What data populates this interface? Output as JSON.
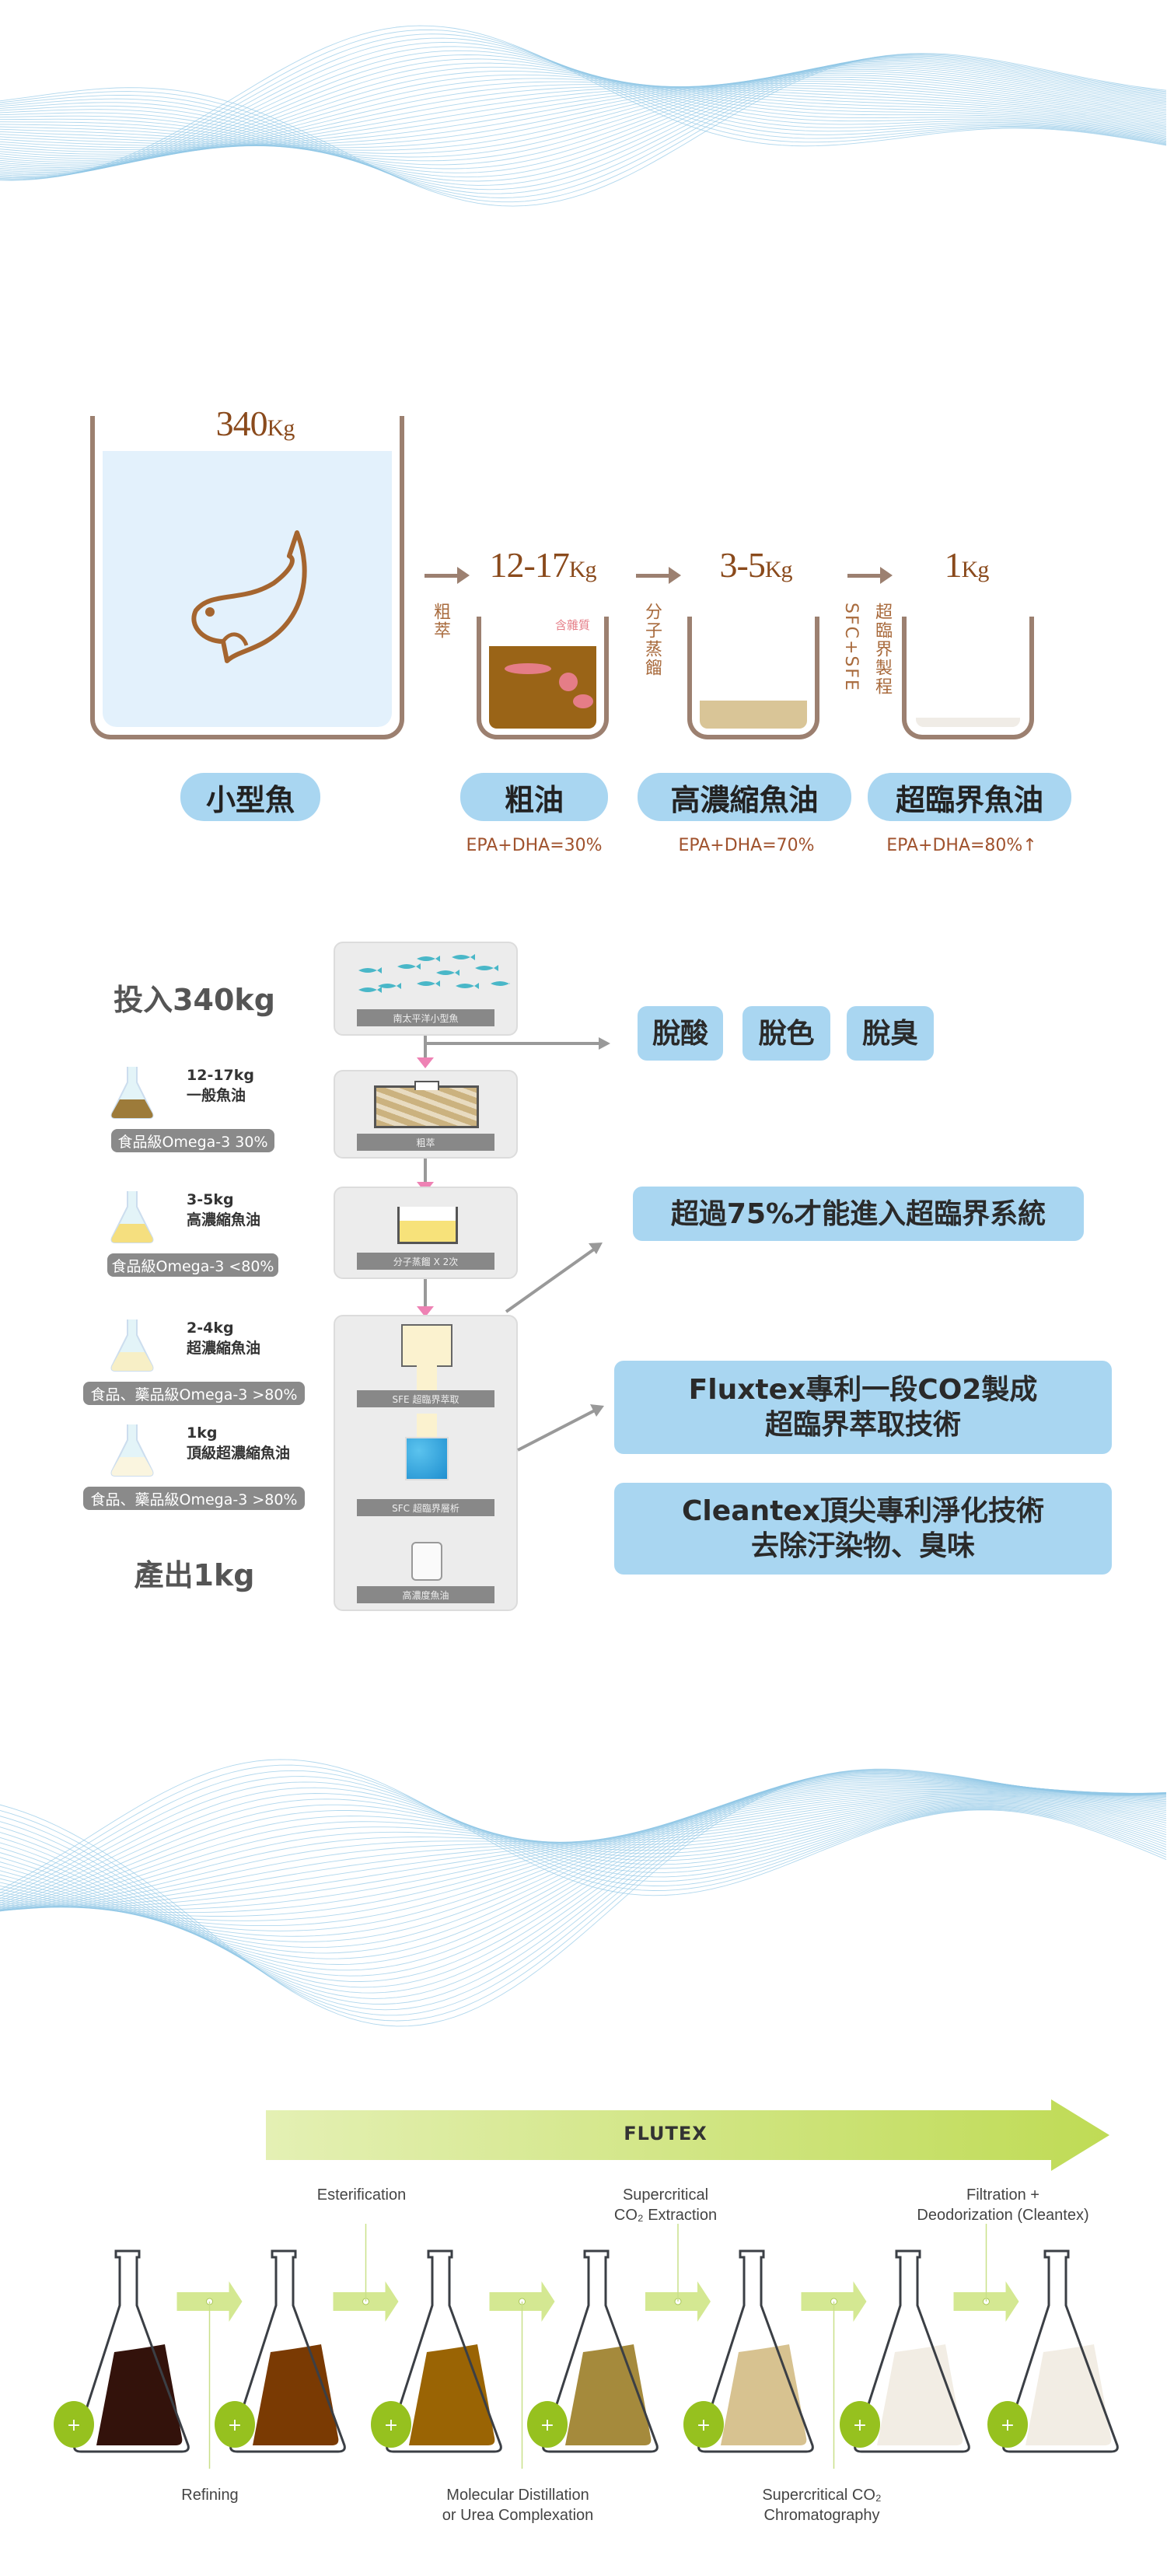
{
  "colors": {
    "water": "#e3f1fc",
    "beaker": "#9c8070",
    "brown": "#8a4a1c",
    "pill": "#a9d6f1",
    "wave": "#8fc6e6",
    "green": "#96c11f"
  },
  "stage1": {
    "input": {
      "weight": "340",
      "unit": "Kg",
      "label": "小型魚"
    },
    "steps": [
      {
        "process": "粗萃",
        "weight": "12-17",
        "unit": "Kg",
        "label": "粗油",
        "epa": "EPA+DHA=30%",
        "note": "含雜質",
        "fill": "#9a6417"
      },
      {
        "process": "分子蒸餾",
        "weight": "3-5",
        "unit": "Kg",
        "label": "高濃縮魚油",
        "epa": "EPA+DHA=70%",
        "fill": "#d9c597"
      },
      {
        "process": "SFC+SFE",
        "process2": "超臨界製程",
        "weight": "1",
        "unit": "Kg",
        "label": "超臨界魚油",
        "epa": "EPA+DHA=80%↑",
        "fill": "#f3efe8"
      }
    ]
  },
  "stage2": {
    "input_title": "投入340kg",
    "output_title": "產出1kg",
    "products": [
      {
        "weight": "12-17kg",
        "name": "一般魚油",
        "grade": "食品級Omega-3 30%",
        "color": "#9d7b3a"
      },
      {
        "weight": "3-5kg",
        "name": "高濃縮魚油",
        "grade": "食品級Omega-3 <80%",
        "color": "#f5df7f"
      },
      {
        "weight": "2-4kg",
        "name": "超濃縮魚油",
        "grade": "食品、藥品級Omega-3 >80%",
        "color": "#f7efc6"
      },
      {
        "weight": "1kg",
        "name": "頂級超濃縮魚油",
        "grade": "食品、藥品級Omega-3 >80%",
        "color": "#faf5df"
      }
    ],
    "process_captions": [
      "南太平洋小型魚",
      "粗萃",
      "分子蒸餾 X 2次",
      "SFE 超臨界萃取",
      "SFC 超臨界層析",
      "高濃度魚油"
    ],
    "benefits": [
      "脫酸",
      "脫色",
      "脫臭"
    ],
    "threshold": "超過75%才能進入超臨界系統",
    "fluxtex": [
      "Fluxtex專利一段CO2製成",
      "超臨界萃取技術"
    ],
    "cleantex": [
      "Cleantex頂尖專利淨化技術",
      "去除汙染物、臭味"
    ]
  },
  "stage3": {
    "banner": "FLUTEX",
    "top_labels": [
      [
        "Esterification"
      ],
      [
        "Supercritical",
        "CO₂ Extraction"
      ],
      [
        "Filtration +",
        "Deodorization (Cleantex)"
      ]
    ],
    "bottom_labels": [
      [
        "Refining"
      ],
      [
        "Molecular Distillation",
        "or Urea Complexation"
      ],
      [
        "Supercritical CO₂",
        "Chromatography"
      ]
    ],
    "flask_colors": [
      "#33120b",
      "#7a3a03",
      "#9a6404",
      "#a58a3c",
      "#d7c290",
      "#f2ede4",
      "#f2ede4"
    ],
    "plus": "+"
  }
}
